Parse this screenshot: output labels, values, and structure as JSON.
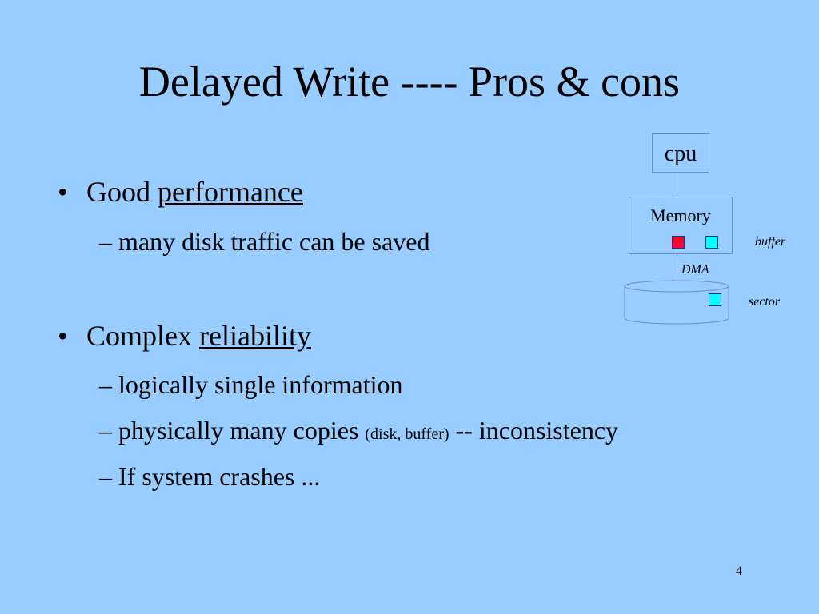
{
  "slide": {
    "title": "Delayed Write ---- Pros & cons",
    "bullets": [
      {
        "marker": "•",
        "text": "Good ",
        "underlined": "performance",
        "subs": [
          {
            "dash": "–",
            "text": "many disk traffic can be  saved"
          }
        ]
      },
      {
        "marker": "•",
        "text": "Complex ",
        "underlined": "reliability",
        "subs": [
          {
            "dash": "–",
            "text": "logically single information"
          },
          {
            "dash": "–",
            "text": "physically  many copies ",
            "small": "(disk, buffer)",
            "after": " -- inconsistency"
          },
          {
            "dash": "–",
            "text": "If system crashes ..."
          }
        ]
      }
    ],
    "page_number": "4"
  },
  "diagram": {
    "cpu_label": "cpu",
    "memory_label": "Memory",
    "buffer_label": "buffer",
    "dma_label": "DMA",
    "sector_label": "sector",
    "colors": {
      "buffer_dirty": "#ff0033",
      "buffer_clean": "#00ffff",
      "sector": "#00ffff",
      "outline": "#6b8fc6"
    }
  }
}
